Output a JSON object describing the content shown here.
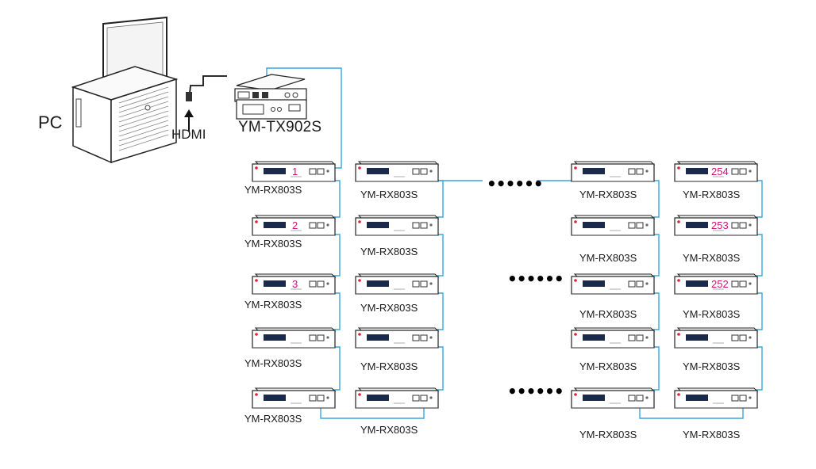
{
  "source": {
    "pc_label": "PC",
    "hdmi_label": "HDMI",
    "tx_label": "YM-TX902S"
  },
  "receiver_model": "YM-RX803S",
  "columns": [
    {
      "numbers": [
        "1",
        "2",
        "3",
        "",
        ""
      ]
    },
    {
      "numbers": [
        "",
        "",
        "",
        "",
        ""
      ]
    },
    {
      "numbers": [
        "",
        "",
        "",
        "",
        ""
      ]
    },
    {
      "numbers": [
        "254",
        "253",
        "252",
        "",
        ""
      ]
    }
  ],
  "ellipsis": "••••••",
  "colors": {
    "cable": "#3aa6dc",
    "number": "#d0137a",
    "outline": "#222222",
    "hdmi_cable": "#111111"
  }
}
